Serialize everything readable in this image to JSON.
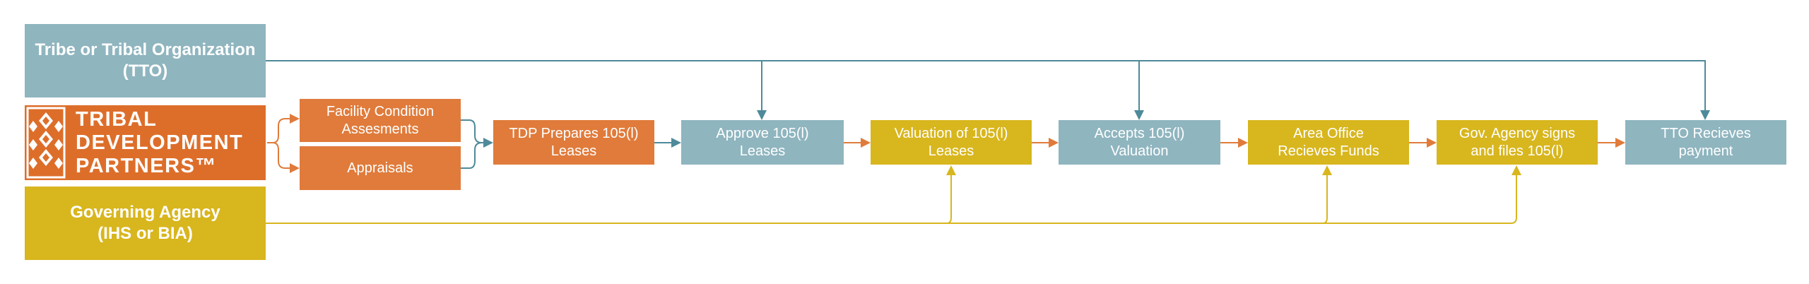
{
  "colors": {
    "blue": "#8fb5bf",
    "orange": "#e07b3b",
    "logo_orange": "#dd6e2a",
    "gold": "#d8b61e",
    "blue_line": "#4e8a9a",
    "orange_line": "#e07b3b",
    "gold_line": "#d8b61e"
  },
  "lanes": {
    "tribe": "Tribe or Tribal Organization\n(TTO)",
    "agency": "Governing Agency\n(IHS or BIA)"
  },
  "logo": {
    "name": "TRIBAL\nDEVELOPMENT\nPARTNERS™",
    "icon": "diamond-pattern-icon"
  },
  "steps": {
    "facility": "Facility Condition\nAssesments",
    "appraisals": "Appraisals",
    "tdp_prepares": "TDP Prepares 105(l)\nLeases",
    "approve": "Approve 105(l)\nLeases",
    "valuation": "Valuation of 105(l)\nLeases",
    "accepts": "Accepts 105(l)\nValuation",
    "area_office": "Area Office\nRecieves Funds",
    "gov_signs": "Gov. Agency signs\nand files 105(l)",
    "tto_receives": "TTO Recieves\npayment"
  }
}
